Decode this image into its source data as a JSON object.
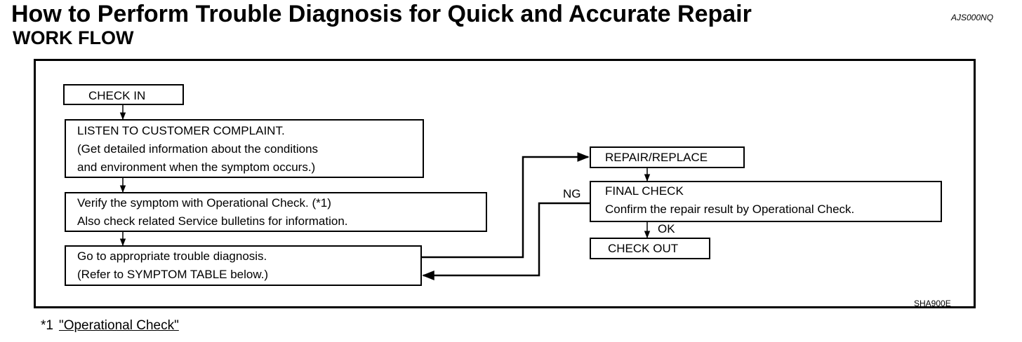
{
  "header": {
    "title": "How to Perform Trouble Diagnosis for Quick and Accurate Repair",
    "subtitle": "WORK FLOW",
    "doc_code": "AJS000NQ"
  },
  "flow": {
    "check_in": "CHECK IN",
    "listen": {
      "line1": "LISTEN TO CUSTOMER COMPLAINT.",
      "line2": "(Get detailed information about the conditions",
      "line3": "and environment when the symptom occurs.)"
    },
    "verify": {
      "line1": "Verify the symptom with Operational Check. (*1)",
      "line2": "Also check related Service bulletins for information."
    },
    "goto": {
      "line1": "Go to appropriate trouble diagnosis.",
      "line2": "(Refer to SYMPTOM TABLE below.)"
    },
    "repair": "REPAIR/REPLACE",
    "final": {
      "line1": "FINAL CHECK",
      "line2": "Confirm the repair result by Operational Check."
    },
    "check_out": "CHECK OUT",
    "ng_label": "NG",
    "ok_label": "OK",
    "figure_code": "SHA900E"
  },
  "footnote": {
    "mark": "*1",
    "link_text": "\"Operational Check\""
  }
}
